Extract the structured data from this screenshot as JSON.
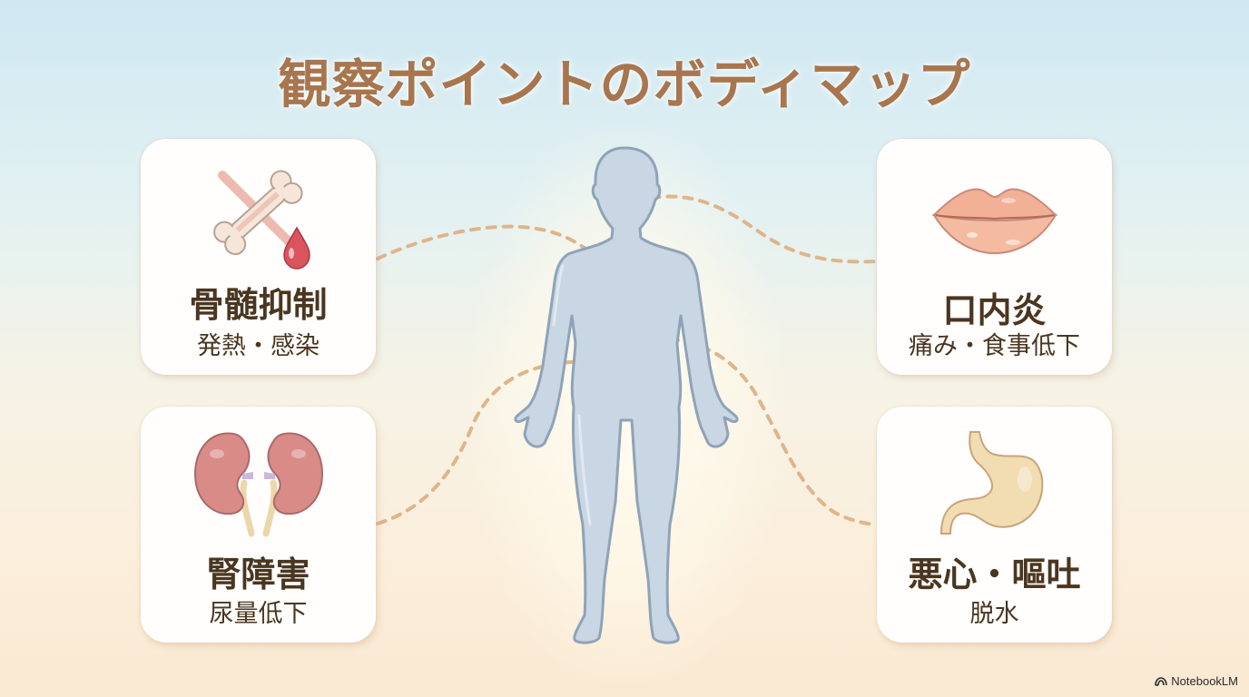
{
  "title": "観察ポイントのボディマップ",
  "colors": {
    "title": "#a8764e",
    "label": "#4a3620",
    "connector": "#e0b48a",
    "body_fill": "#c9d6e3",
    "body_stroke": "#8fa3b8",
    "card_bg": "#fffefc"
  },
  "cards": [
    {
      "position": "top-left",
      "icon": "bone-with-blood-drop-icon",
      "label": "骨髄抑制",
      "sub": "発熱・感染",
      "body_point": "shoulder"
    },
    {
      "position": "top-right",
      "icon": "lips-icon",
      "label": "口内炎",
      "sub": "痛み・食事低下",
      "body_point": "mouth"
    },
    {
      "position": "bottom-left",
      "icon": "kidneys-icon",
      "label": "腎障害",
      "sub": "尿量低下",
      "body_point": "lower-back"
    },
    {
      "position": "bottom-right",
      "icon": "stomach-icon",
      "label": "悪心・嘔吐",
      "sub": "脱水",
      "body_point": "abdomen"
    }
  ],
  "center_figure": {
    "icon": "human-body-silhouette-icon"
  },
  "brand": {
    "icon": "notebooklm-logo-icon",
    "label": "NotebookLM"
  }
}
